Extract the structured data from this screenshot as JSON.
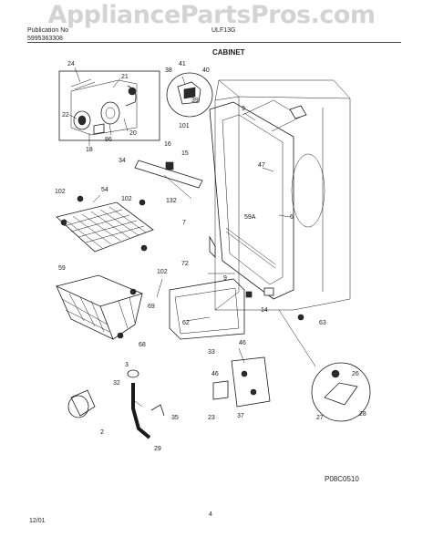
{
  "watermark": "AppliancePartsPros.com",
  "header": {
    "left_line_1": "Publication No",
    "left_line_2": "5995363308",
    "right_line_1": "ULF13G",
    "section_title": "CABINET"
  },
  "footer": {
    "date": "12/01",
    "page_number": "4",
    "drawing_code": "P08C0510"
  },
  "callouts": {
    "c24": "24",
    "c21": "21",
    "c22": "22",
    "c18": "18",
    "c86": "86",
    "c20": "20",
    "c38": "38",
    "c41": "41",
    "c40": "40",
    "c39": "39",
    "c101": "101",
    "c9a": "9",
    "c16": "16",
    "c15": "15",
    "c34": "34",
    "c47": "47",
    "c102a": "102",
    "c54": "54",
    "c102b": "102",
    "c132": "132",
    "c7": "7",
    "c59A": "59A",
    "c6": "6",
    "c59": "59",
    "c102c": "102",
    "c72": "72",
    "c9b": "9",
    "c69": "69",
    "c14": "14",
    "c62": "62",
    "c63": "63",
    "c68": "68",
    "c46a": "46",
    "c33": "33",
    "c46b": "46",
    "c26": "26",
    "c3": "3",
    "c32": "32",
    "c2": "2",
    "c35": "35",
    "c29": "29",
    "c23": "23",
    "c37": "37",
    "c27": "27",
    "c28": "28"
  }
}
